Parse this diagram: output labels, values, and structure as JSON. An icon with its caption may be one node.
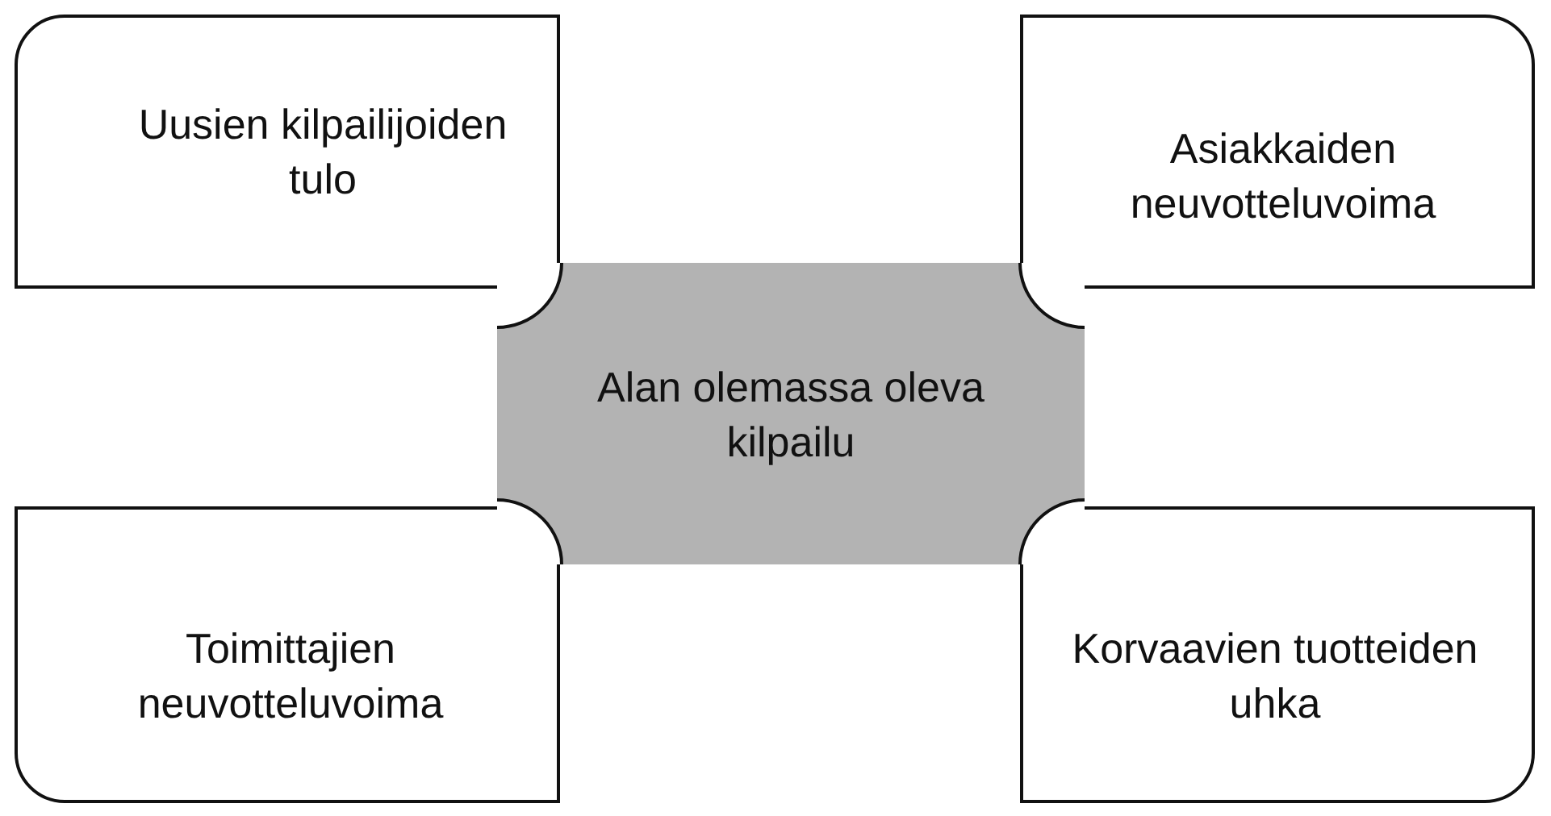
{
  "diagram": {
    "nodes": [
      {
        "text": [
          "Uusien kilpailijoiden tulo"
        ]
      },
      {
        "text": [
          "Asiakkaiden neuvotteluvoima"
        ]
      },
      {
        "text": [
          "Alan olemassa oleva kilpailu"
        ]
      },
      {
        "text": [
          "Toimittajien neuvotteluvoima"
        ]
      },
      {
        "text": [
          "Korvaavien tuotteiden uhka"
        ]
      }
    ]
  }
}
